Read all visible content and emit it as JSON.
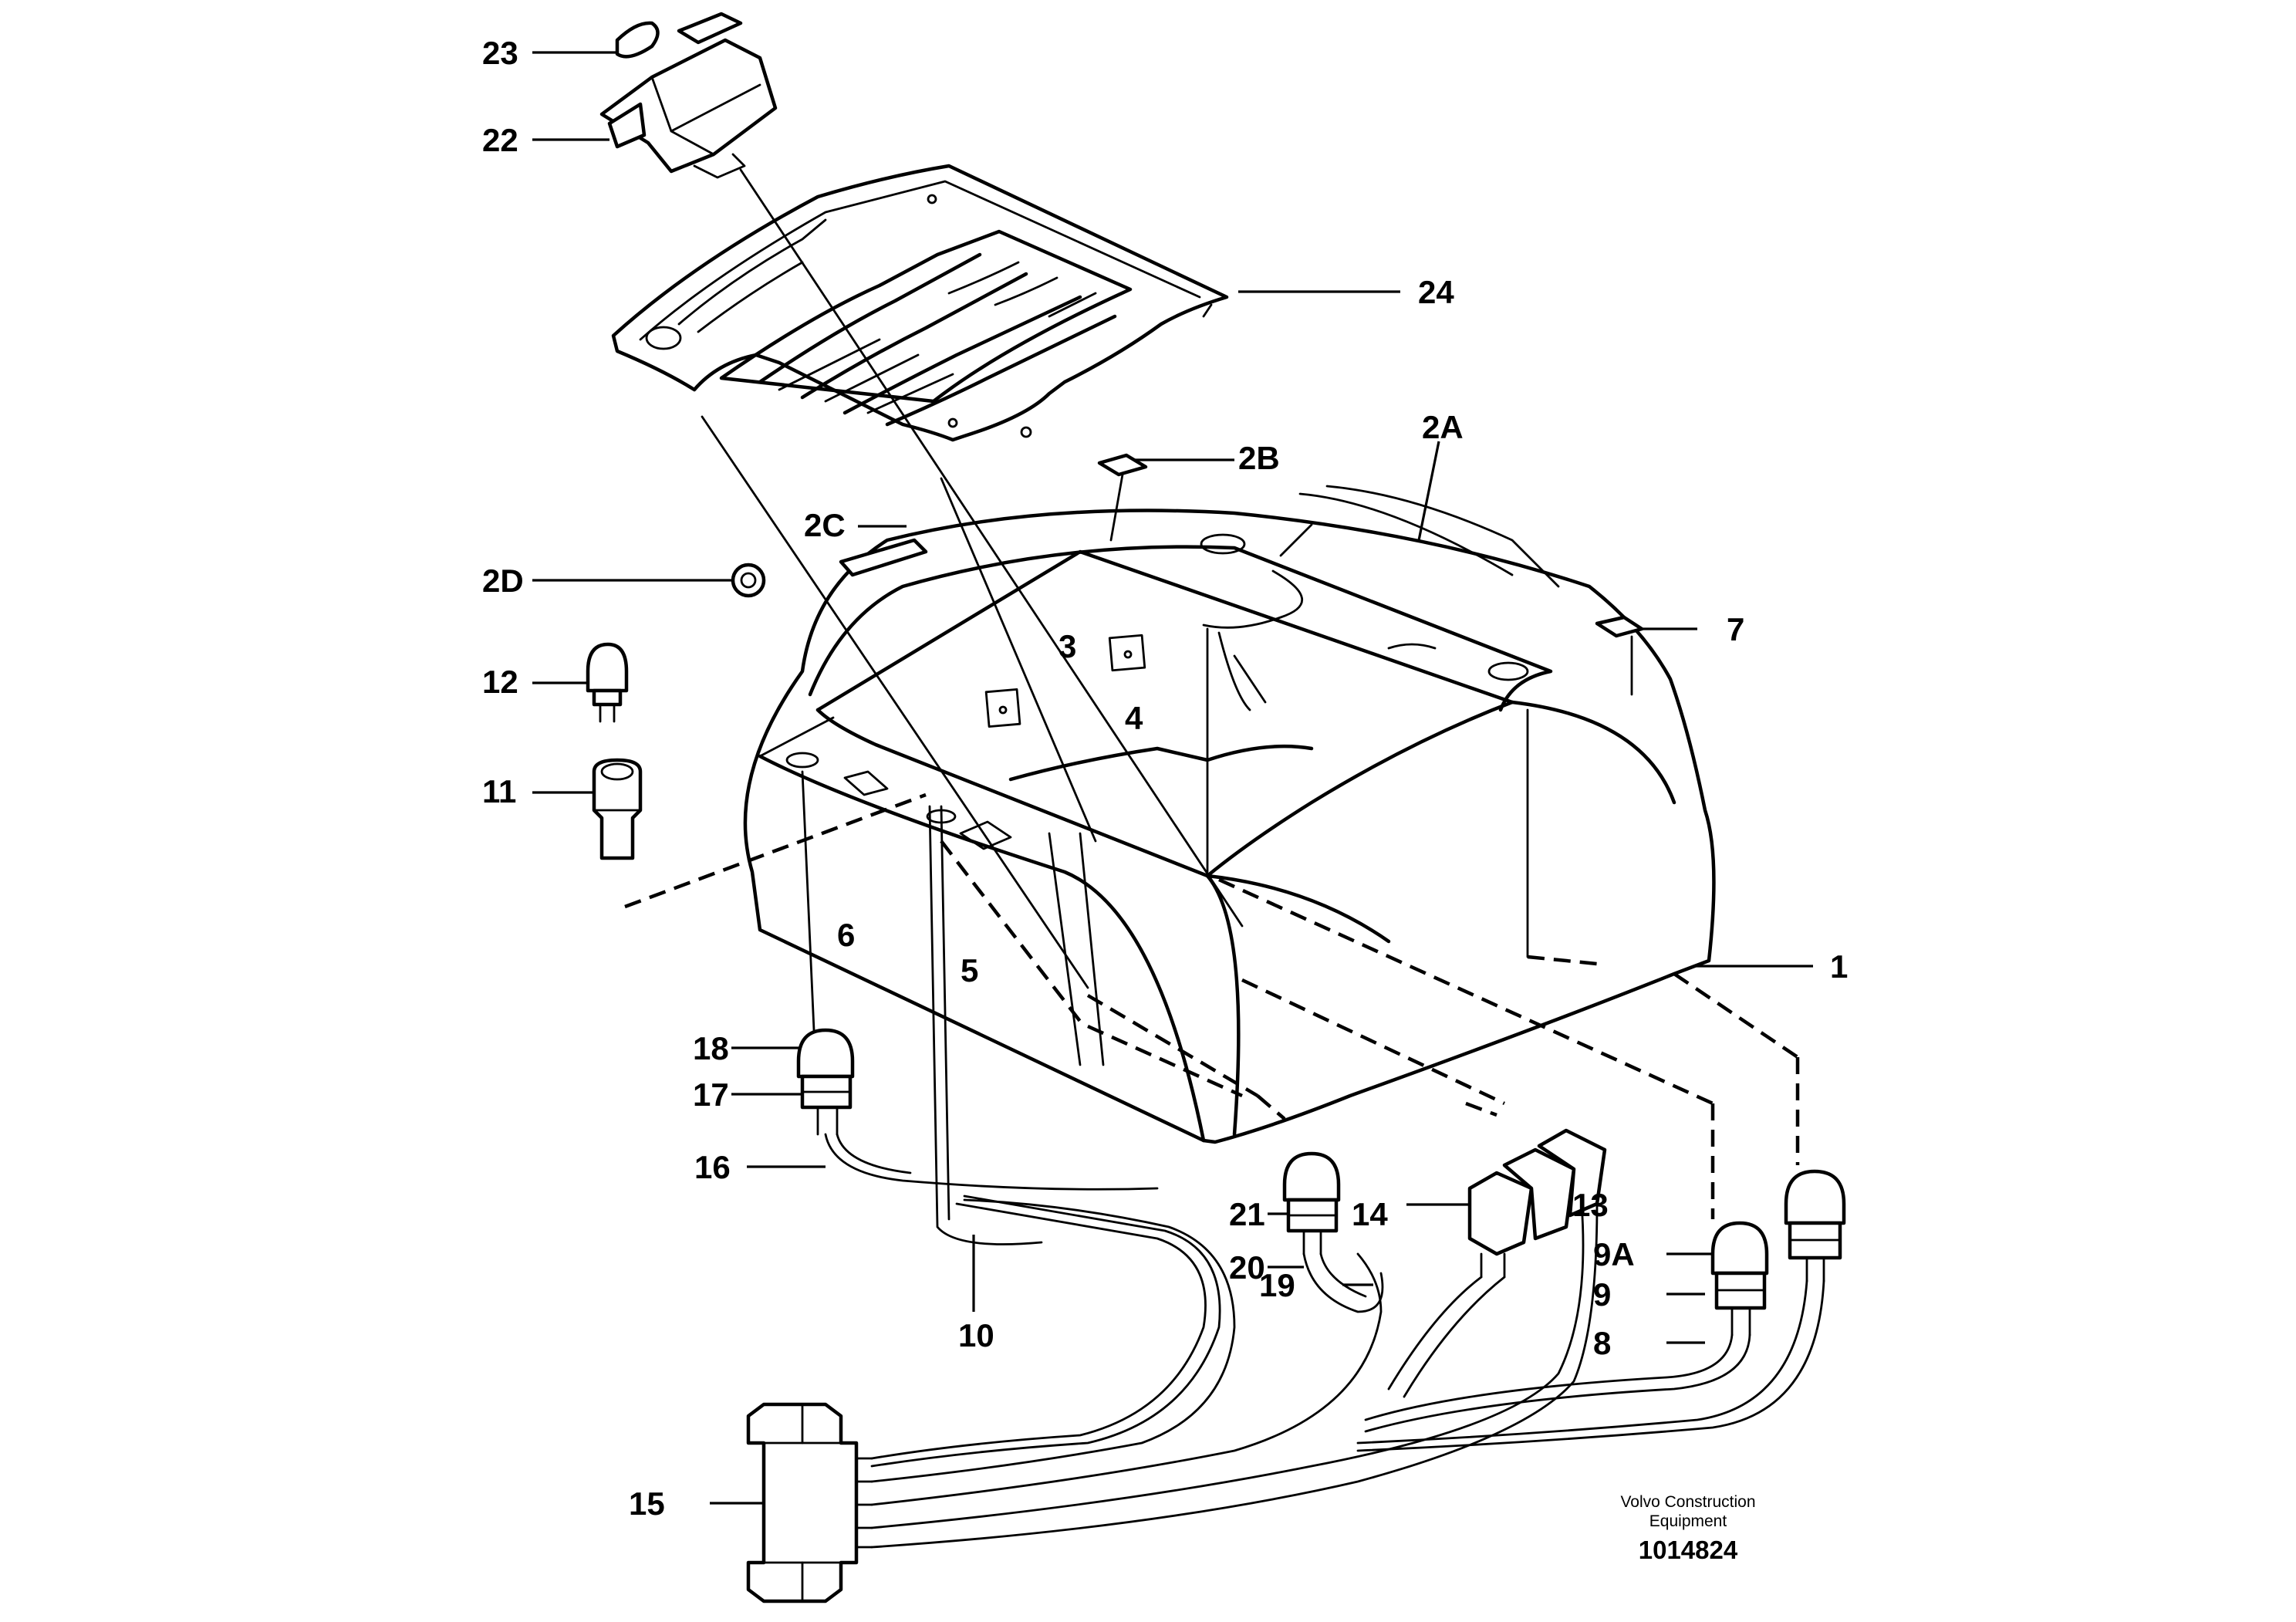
{
  "diagram": {
    "labels": {
      "l1": "1",
      "l2a": "2A",
      "l2b": "2B",
      "l2c": "2C",
      "l2d": "2D",
      "l3": "3",
      "l4": "4",
      "l5": "5",
      "l6": "6",
      "l7": "7",
      "l8": "8",
      "l9": "9",
      "l9a": "9A",
      "l10": "10",
      "l11": "11",
      "l12": "12",
      "l13": "13",
      "l14": "14",
      "l15": "15",
      "l16": "16",
      "l17": "17",
      "l18": "18",
      "l19": "19",
      "l20": "20",
      "l21": "21",
      "l22": "22",
      "l23": "23",
      "l24": "24"
    },
    "footer": {
      "company_line1": "Volvo Construction",
      "company_line2": "Equipment",
      "drawing_number": "1014824"
    }
  }
}
